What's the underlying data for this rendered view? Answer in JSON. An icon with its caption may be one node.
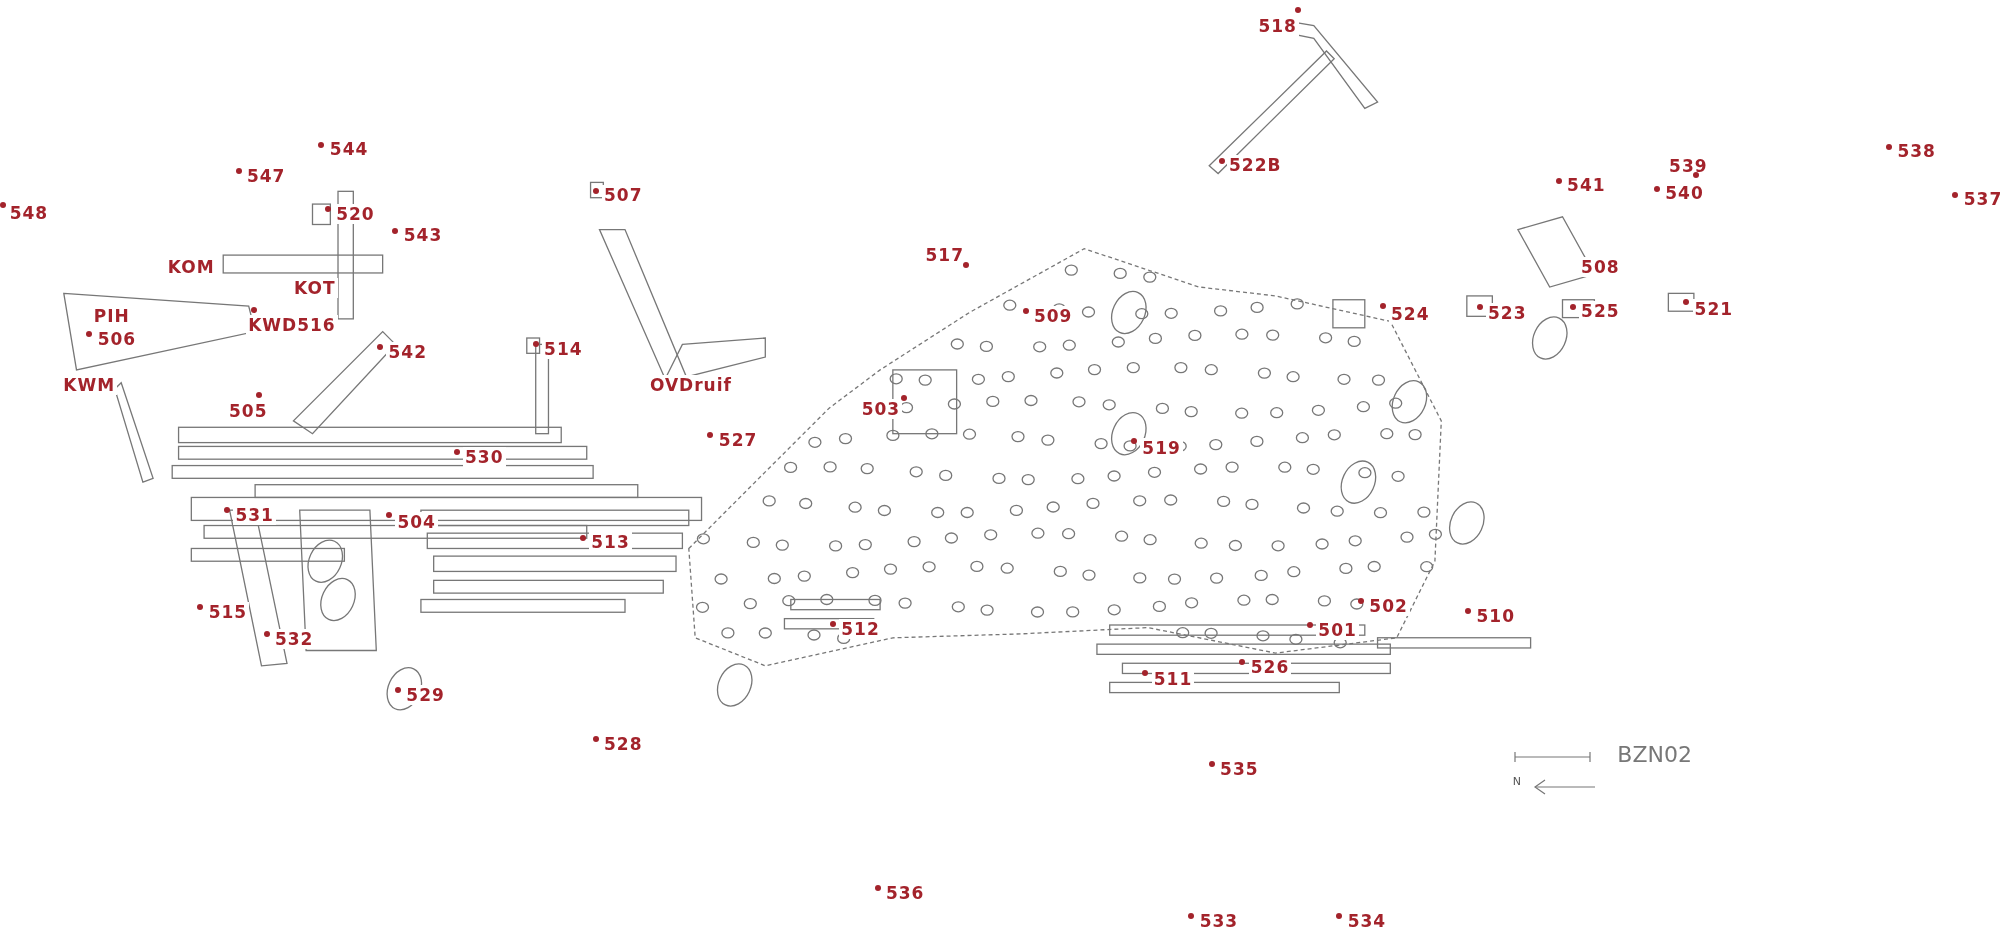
{
  "diagram": {
    "labels": [
      "518",
      "544",
      "538",
      "539",
      "547",
      "541",
      "522B",
      "540",
      "507",
      "537",
      "548",
      "520",
      "543",
      "517",
      "508",
      "KOM",
      "KOT",
      "524",
      "509",
      "523",
      "525",
      "521",
      "PIH",
      "KWD516",
      "506",
      "514",
      "542",
      "KWM",
      "OVDruif",
      "505",
      "503",
      "527",
      "519",
      "530",
      "531",
      "504",
      "513",
      "502",
      "510",
      "515",
      "501",
      "512",
      "532",
      "526",
      "511",
      "529",
      "528",
      "BZN02",
      "535",
      "N",
      "536",
      "533",
      "534"
    ]
  }
}
